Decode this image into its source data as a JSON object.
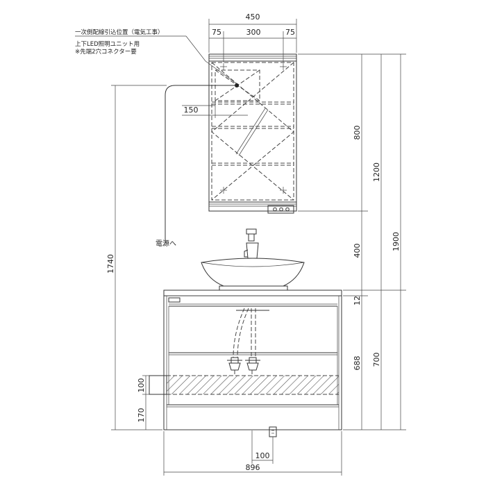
{
  "notes": {
    "wiring_position": "一次側配線引込位置（電気工事）",
    "led_unit": "上下LED照明ユニット用",
    "connector": "※先端2穴コネクター要",
    "power_label": "電源へ"
  },
  "dimensions": {
    "cabinet_width": "450",
    "cabinet_left_margin": "75",
    "cabinet_center": "300",
    "cabinet_right_margin": "75",
    "wiring_offset": "150",
    "cabinet_height": "800",
    "cabinet_top_height": "1200",
    "overall_height": "1900",
    "outlet_height": "1740",
    "gap_height": "400",
    "counter_thickness": "12",
    "vanity_height": "700",
    "vanity_body": "688",
    "drain_band": "100",
    "base_height": "170",
    "drain_offset": "100",
    "vanity_width": "896"
  }
}
